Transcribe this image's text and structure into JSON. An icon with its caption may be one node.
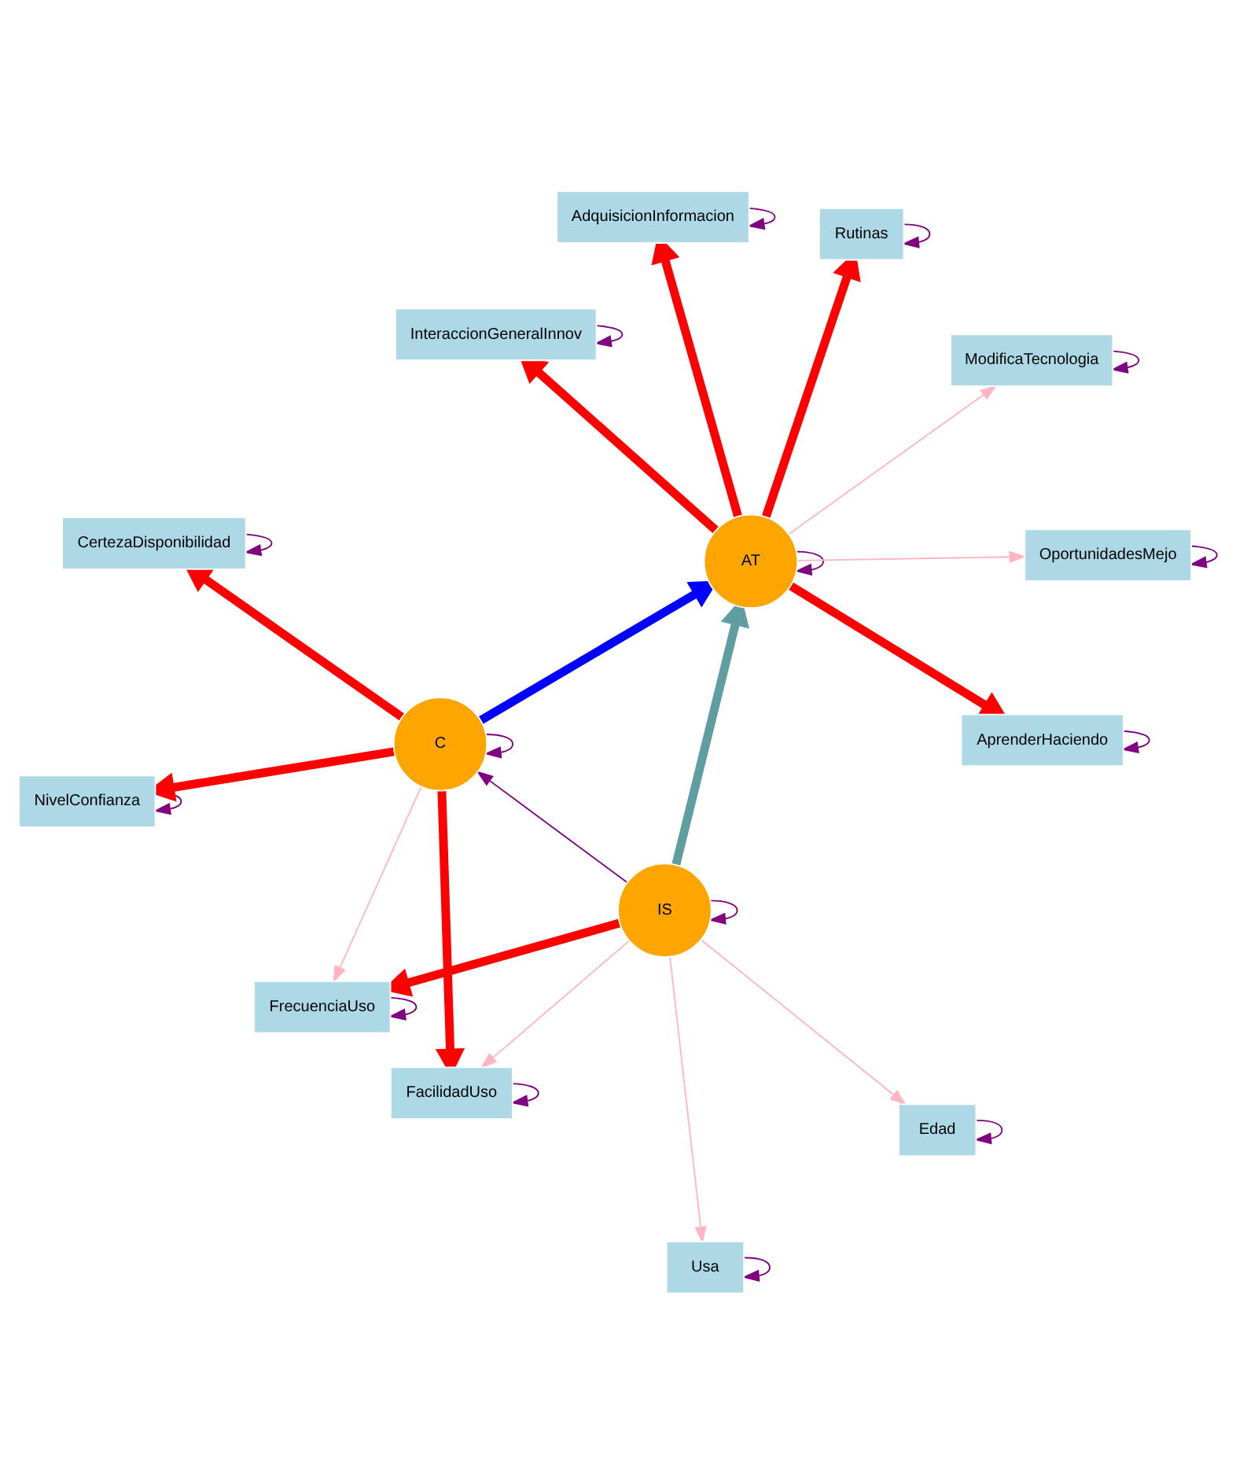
{
  "diagram": {
    "nodes": [
      {
        "text": [
          "NivelConfianza"
        ]
      },
      {
        "text": [
          "FacilidadUso"
        ]
      },
      {
        "text": [
          "FrecuenciaUso"
        ]
      },
      {
        "text": [
          "C"
        ]
      },
      {
        "text": [
          "CertezaDisponibilidad"
        ]
      },
      {
        "text": [
          "IS"
        ]
      },
      {
        "text": [
          "Usa"
        ]
      },
      {
        "text": [
          "Edad"
        ]
      },
      {
        "text": [
          "InteraccionGeneralInnov"
        ]
      },
      {
        "text": [
          "AT"
        ]
      },
      {
        "text": [
          "AprenderHaciendo"
        ]
      },
      {
        "text": [
          "AdquisicionInformacion"
        ]
      },
      {
        "text": [
          "OportunidadesMejo"
        ]
      },
      {
        "text": [
          "ModificaTecnologia"
        ]
      },
      {
        "text": [
          "Rutinas"
        ]
      }
    ],
    "edges": [
      {
        "from": 3,
        "to": 0,
        "arrow": "to",
        "style": "thick",
        "color": "#ff0000"
      },
      {
        "from": 3,
        "to": 4,
        "arrow": "to",
        "style": "thick",
        "color": "#ff0000"
      },
      {
        "from": 3,
        "to": 1,
        "arrow": "to",
        "style": "thick",
        "color": "#ff0000"
      },
      {
        "from": 3,
        "to": 2,
        "arrow": "to",
        "color": "#ffb6c1"
      },
      {
        "from": 5,
        "to": 2,
        "arrow": "to",
        "style": "thick",
        "color": "#ff0000"
      },
      {
        "from": 5,
        "to": 1,
        "arrow": "to",
        "color": "#ffb6c1"
      },
      {
        "from": 5,
        "to": 6,
        "arrow": "to",
        "color": "#ffb6c1"
      },
      {
        "from": 5,
        "to": 7,
        "arrow": "to",
        "color": "#ffb6c1"
      },
      {
        "from": 5,
        "to": 3,
        "arrow": "to"
      },
      {
        "from": 3,
        "to": 9,
        "arrow": "to",
        "style": "thick",
        "color": "#0000ff"
      },
      {
        "from": 5,
        "to": 9,
        "arrow": "to",
        "style": "thick",
        "color": "#5f9ea0"
      },
      {
        "from": 9,
        "to": 8,
        "arrow": "to",
        "style": "thick",
        "color": "#ff0000"
      },
      {
        "from": 9,
        "to": 10,
        "arrow": "to",
        "style": "thick",
        "color": "#ff0000"
      },
      {
        "from": 9,
        "to": 11,
        "arrow": "to",
        "style": "thick",
        "color": "#ff0000"
      },
      {
        "from": 9,
        "to": 12,
        "arrow": "to",
        "color": "#ffb6c1"
      },
      {
        "from": 9,
        "to": 13,
        "arrow": "to",
        "color": "#ffb6c1"
      },
      {
        "from": 9,
        "to": 14,
        "arrow": "to",
        "style": "thick",
        "color": "#ff0000"
      },
      {
        "from": 0,
        "to": 0,
        "arrow": "to"
      },
      {
        "from": 1,
        "to": 1,
        "arrow": "to"
      },
      {
        "from": 2,
        "to": 2,
        "arrow": "to"
      },
      {
        "from": 3,
        "to": 3,
        "arrow": "to"
      },
      {
        "from": 4,
        "to": 4,
        "arrow": "to"
      },
      {
        "from": 5,
        "to": 5,
        "arrow": "to"
      },
      {
        "from": 6,
        "to": 6,
        "arrow": "to"
      },
      {
        "from": 7,
        "to": 7,
        "arrow": "to"
      },
      {
        "from": 8,
        "to": 8,
        "arrow": "to"
      },
      {
        "from": 9,
        "to": 9,
        "arrow": "to"
      },
      {
        "from": 10,
        "to": 10,
        "arrow": "to"
      },
      {
        "from": 11,
        "to": 11,
        "arrow": "to"
      },
      {
        "from": 12,
        "to": 12,
        "arrow": "to"
      },
      {
        "from": 13,
        "to": 13,
        "arrow": "to"
      },
      {
        "from": 14,
        "to": 14,
        "arrow": "to"
      }
    ]
  }
}
